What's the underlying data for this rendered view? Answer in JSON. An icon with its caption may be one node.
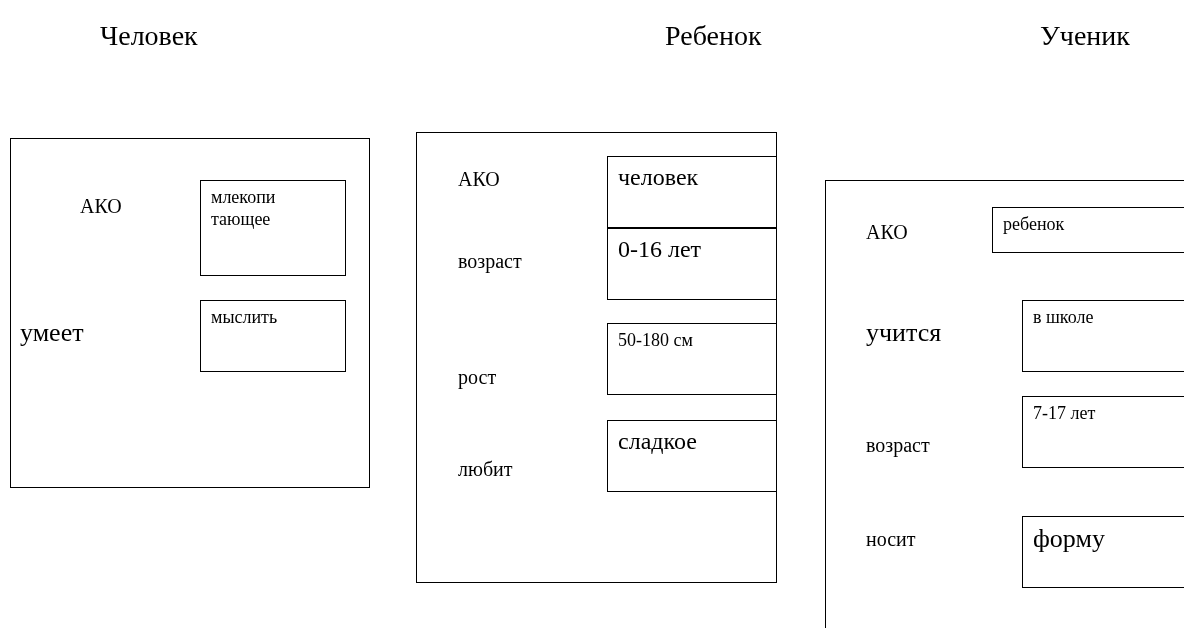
{
  "diagram": {
    "nodes": [
      {
        "text": [
          "Человек",
          "АКО",
          "умеет"
        ]
      },
      {
        "text": [
          "млекопи тающее"
        ],
        "in": 0
      },
      {
        "text": [
          "мыслить"
        ],
        "in": 0
      },
      {
        "text": [
          "Ребенок",
          "АКО",
          "возраст",
          "рост",
          "любит"
        ]
      },
      {
        "text": [
          "человек"
        ],
        "in": 3
      },
      {
        "text": [
          "0-16 лет"
        ],
        "in": 3
      },
      {
        "text": [
          "50-180 см"
        ],
        "in": 3
      },
      {
        "text": [
          "сладкое"
        ],
        "in": 3
      },
      {
        "text": [
          "Ученик",
          "АКО",
          "учится",
          "возраст",
          "носит"
        ]
      },
      {
        "text": [
          "ребенок"
        ],
        "in": 8
      },
      {
        "text": [
          "в школе"
        ],
        "in": 8
      },
      {
        "text": [
          "7-17 лет"
        ],
        "in": 8
      },
      {
        "text": [
          "форму"
        ],
        "in": 8
      }
    ]
  }
}
